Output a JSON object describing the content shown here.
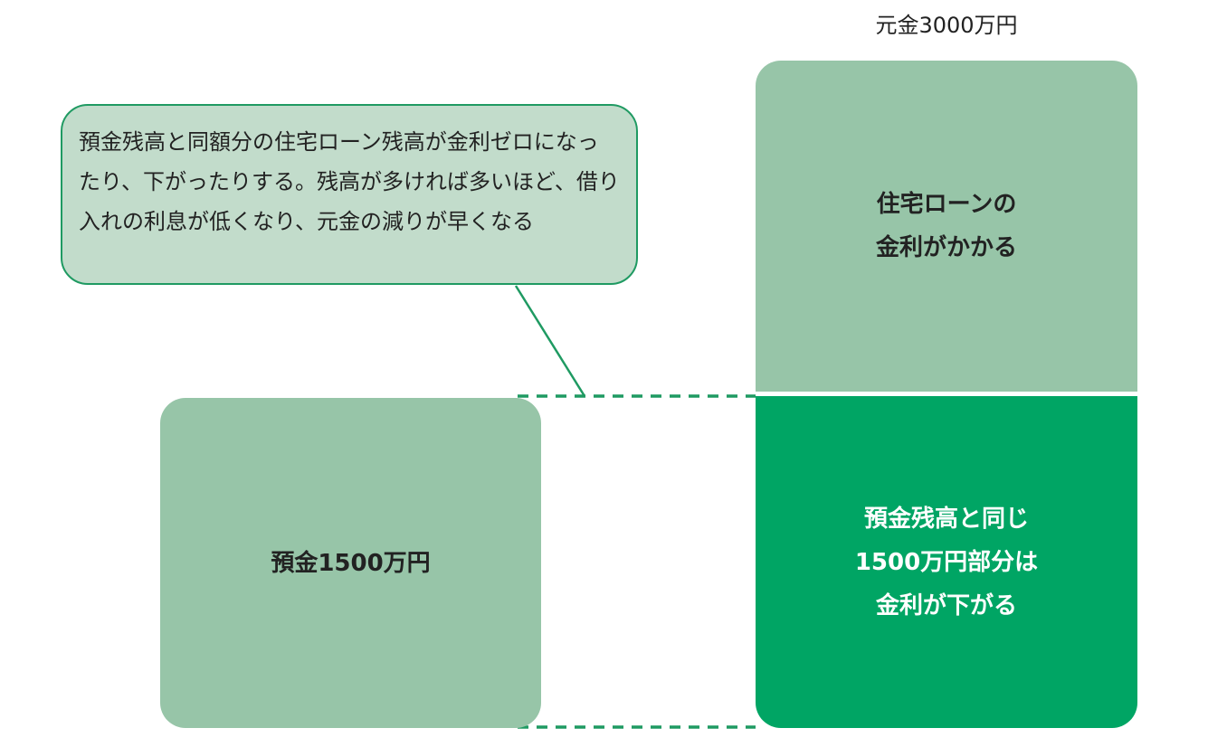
{
  "principal_label": "元金3000万円",
  "loan_interest_label": "住宅ローンの\n金利がかかる",
  "reduced_interest_label": "預金残高と同じ\n1500万円部分は\n金利が下がる",
  "deposit_label": "預金1500万円",
  "callout_text": "預金残高と同額分の住宅ローン残高が金利ゼロになったり、下がったりする。残高が多ければ多いほど、借り入れの利息が低くなり、元金の減りが早くなる",
  "colors": {
    "light_green": "#97c5a8",
    "dark_green": "#00a564",
    "callout_bg": "#c2dccb",
    "line": "#1f9a62"
  }
}
